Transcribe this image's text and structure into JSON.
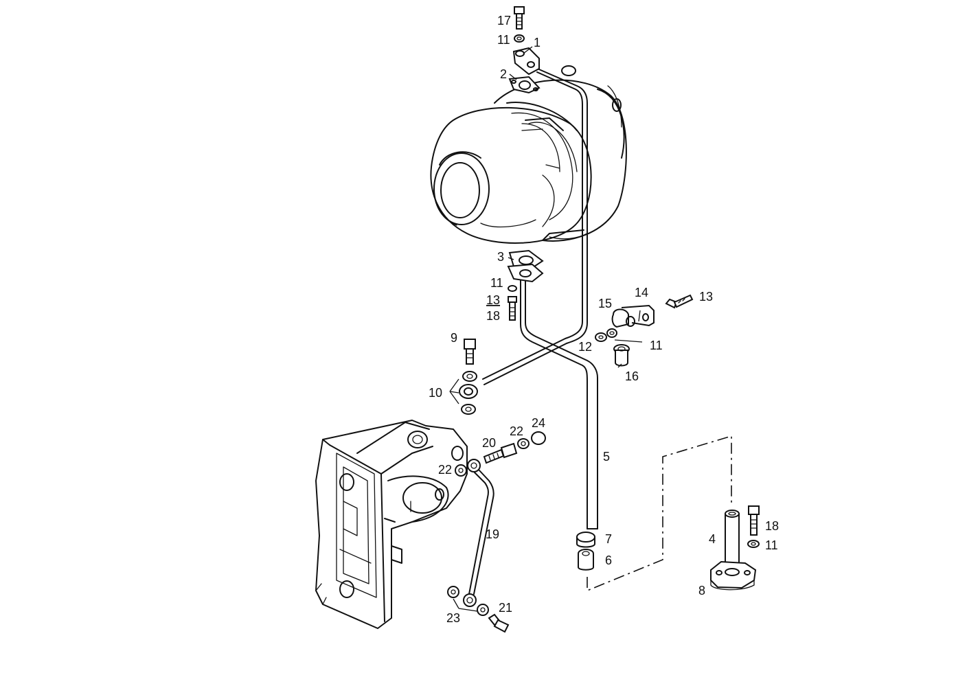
{
  "diagram": {
    "labels": {
      "p1": "1",
      "p2": "2",
      "p3": "3",
      "p4": "4",
      "p5": "5",
      "p6": "6",
      "p7": "7",
      "p8": "8",
      "p9": "9",
      "p10": "10",
      "p11_top": "11",
      "p11_mid": "11",
      "p11_right": "11",
      "p11_bottom": "11",
      "p12": "12",
      "p13_left": "13",
      "p13_right": "13",
      "p14": "14",
      "p15": "15",
      "p16": "16",
      "p17": "17",
      "p18_left": "18",
      "p18_right": "18",
      "p19": "19",
      "p20": "20",
      "p21": "21",
      "p22_top": "22",
      "p22_left": "22",
      "p23": "23",
      "p24": "24"
    }
  }
}
